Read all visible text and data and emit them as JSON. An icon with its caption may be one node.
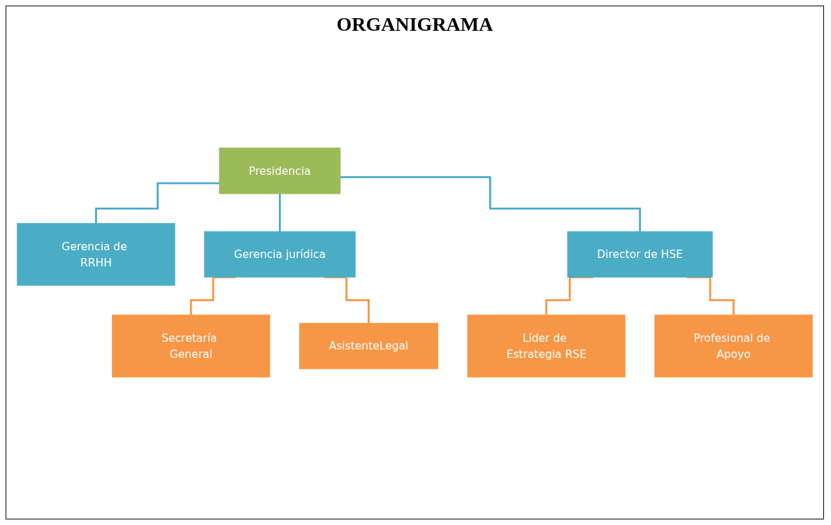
{
  "diagram": {
    "title": "ORGANIGRAMA",
    "nodes": [
      {
        "text": [
          "Presidencia"
        ]
      },
      {
        "text": [
          "Gerencia de RRHH"
        ]
      },
      {
        "text": [
          "Gerencia jurídica"
        ]
      },
      {
        "text": [
          "Director de HSE"
        ]
      },
      {
        "text": [
          "Secretaría General"
        ]
      },
      {
        "text": [
          "AsistenteLegal"
        ]
      },
      {
        "text": [
          "Líder de Estrategia RSE"
        ]
      },
      {
        "text": [
          "Profesional de Apoyo"
        ]
      }
    ],
    "edges": [
      {
        "from": 0,
        "to": 1,
        "arrow": "none",
        "color": "#4bacc6"
      },
      {
        "from": 0,
        "to": 2,
        "arrow": "none",
        "color": "#4bacc6"
      },
      {
        "from": 0,
        "to": 3,
        "arrow": "none",
        "color": "#4bacc6"
      },
      {
        "from": 2,
        "to": 4,
        "arrow": "none"
      },
      {
        "from": 2,
        "to": 5,
        "arrow": "none"
      },
      {
        "from": 3,
        "to": 6,
        "arrow": "none"
      },
      {
        "from": 3,
        "to": 7,
        "arrow": "none"
      }
    ]
  }
}
